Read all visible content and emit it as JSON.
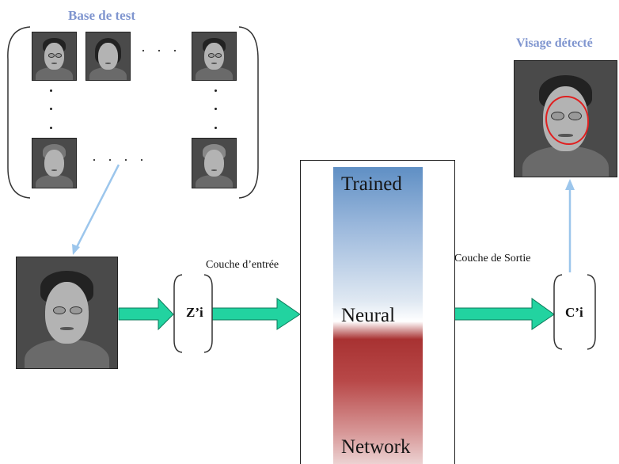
{
  "test_base": {
    "title": "Base de test"
  },
  "detected": {
    "title": "Visage détecté"
  },
  "input_layer": {
    "label": "Couche d’entrée",
    "vector": "Z’i"
  },
  "output_layer": {
    "label": "Couche de Sortie",
    "vector": "C’i"
  },
  "network": {
    "line1": "Trained",
    "line2": "Neural",
    "line3": "Network"
  },
  "colors": {
    "title_blue": "#7f95cf",
    "arrow_green": "#22d3a0",
    "arrow_blue": "#9cc6ec",
    "network_top": "#5f8fc4",
    "network_bottom": "#a83232",
    "detection_red": "#e02020"
  }
}
